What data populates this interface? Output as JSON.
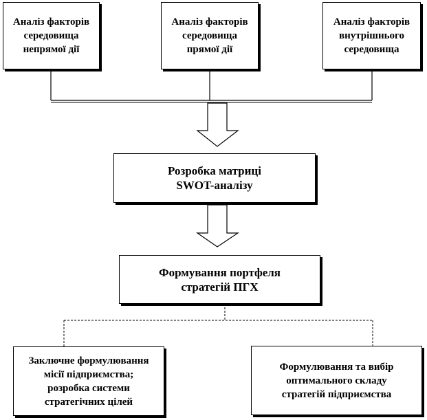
{
  "boxes": {
    "indirect_factors": "Аналіз факторів\nсередовища\nнепрямої дії",
    "direct_factors": "Аналіз факторів\nсередовища\nпрямої дії",
    "internal_factors": "Аналіз факторів\nвнутрішнього\nсередовища",
    "swot_matrix": "Розробка матриці\nSWOT-аналізу",
    "strategy_portfolio": "Формування  портфеля\nстратегій ПГХ",
    "final_mission": "Заключне формулювання\nмісії підприємства;\nрозробка системи\nстратегічних цілей",
    "strategy_choice": "Формулювання та вибір\nоптимального складу\nстратегій підприємства"
  },
  "colors": {
    "line": "#000000",
    "background": "#ffffff"
  }
}
